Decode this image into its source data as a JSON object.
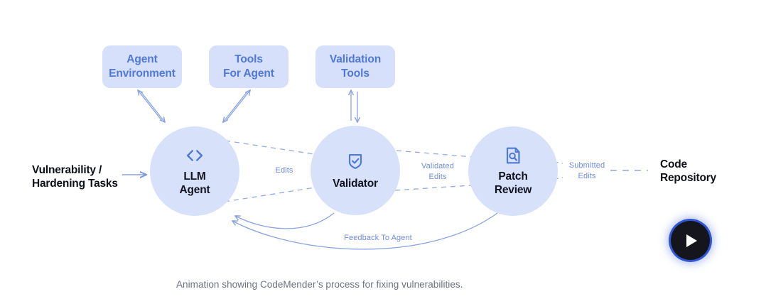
{
  "diagram": {
    "tool_boxes": [
      {
        "id": "agent-environment",
        "line1": "Agent",
        "line2": "Environment"
      },
      {
        "id": "tools-for-agent",
        "line1": "Tools",
        "line2": "For Agent"
      },
      {
        "id": "validation-tools",
        "line1": "Validation",
        "line2": "Tools"
      }
    ],
    "nodes": [
      {
        "id": "llm-agent",
        "icon": "code-brackets-icon",
        "line1": "LLM",
        "line2": "Agent"
      },
      {
        "id": "validator",
        "icon": "shield-check-icon",
        "line1": "Validator",
        "line2": ""
      },
      {
        "id": "patch-review",
        "icon": "document-search-icon",
        "line1": "Patch",
        "line2": "Review"
      }
    ],
    "endpoints": [
      {
        "id": "vulnerability-hardening-tasks",
        "line1": "Vulnerability /",
        "line2": "Hardening Tasks"
      },
      {
        "id": "code-repository",
        "line1": "Code",
        "line2": "Repository"
      }
    ],
    "wire_labels": [
      {
        "id": "edits",
        "line1": "Edits",
        "line2": ""
      },
      {
        "id": "validated-edits",
        "line1": "Validated",
        "line2": "Edits"
      },
      {
        "id": "submitted-edits",
        "line1": "Submitted",
        "line2": "Edits"
      },
      {
        "id": "feedback-to-agent",
        "line1": "Feedback To Agent",
        "line2": ""
      }
    ]
  },
  "caption": "Animation showing CodeMender’s process for fixing vulnerabilities.",
  "colors": {
    "box_fill": "#d6e0fb",
    "box_text": "#5078d8",
    "circle_fill": "#d8e1fa",
    "node_text": "#111420",
    "wire": "#8aa4e0",
    "wire_label": "#6e8ddf",
    "caption_text": "#6d7280",
    "play_button_bg": "#15161d",
    "play_button_ring": "#2f55d4"
  },
  "play_button": {
    "label": "play-button"
  }
}
